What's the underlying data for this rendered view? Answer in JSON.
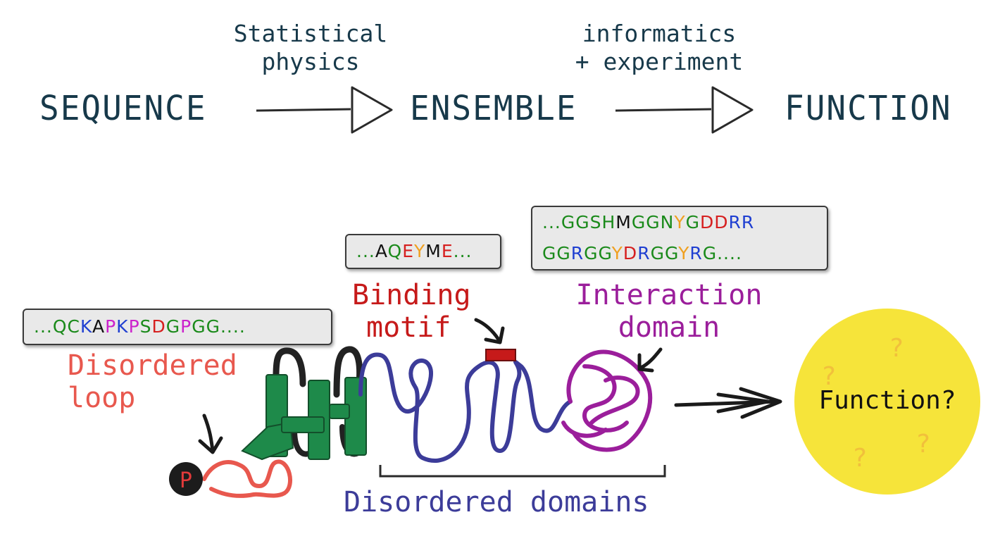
{
  "flow": {
    "sequence": "SEQUENCE",
    "ensemble": "ENSEMBLE",
    "function": "FUNCTION",
    "note1_line1": "Statistical",
    "note1_line2": "physics",
    "note2_line1": "informatics",
    "note2_line2": "+ experiment"
  },
  "sequences": {
    "loop": [
      {
        "t": "...",
        "c": "#1a8a1a"
      },
      {
        "t": "Q",
        "c": "#1a8a1a"
      },
      {
        "t": "C",
        "c": "#1a8a1a"
      },
      {
        "t": "K",
        "c": "#1f3fd1"
      },
      {
        "t": "A",
        "c": "#111111"
      },
      {
        "t": "P",
        "c": "#cc22cc"
      },
      {
        "t": "K",
        "c": "#1f3fd1"
      },
      {
        "t": "P",
        "c": "#cc22cc"
      },
      {
        "t": "S",
        "c": "#1a8a1a"
      },
      {
        "t": "D",
        "c": "#d62020"
      },
      {
        "t": "G",
        "c": "#1a8a1a"
      },
      {
        "t": "P",
        "c": "#cc22cc"
      },
      {
        "t": "G",
        "c": "#1a8a1a"
      },
      {
        "t": "G",
        "c": "#1a8a1a"
      },
      {
        "t": "....",
        "c": "#1a8a1a"
      }
    ],
    "motif": [
      {
        "t": "...",
        "c": "#1a8a1a"
      },
      {
        "t": "A",
        "c": "#111111"
      },
      {
        "t": "Q",
        "c": "#1a8a1a"
      },
      {
        "t": "E",
        "c": "#d62020"
      },
      {
        "t": "Y",
        "c": "#f0a020"
      },
      {
        "t": "M",
        "c": "#111111"
      },
      {
        "t": "E",
        "c": "#d62020"
      },
      {
        "t": "...",
        "c": "#1a8a1a"
      }
    ],
    "interaction_line1": [
      {
        "t": "...",
        "c": "#1a8a1a"
      },
      {
        "t": "G",
        "c": "#1a8a1a"
      },
      {
        "t": "G",
        "c": "#1a8a1a"
      },
      {
        "t": "S",
        "c": "#1a8a1a"
      },
      {
        "t": "H",
        "c": "#1a8a1a"
      },
      {
        "t": "M",
        "c": "#111111"
      },
      {
        "t": "G",
        "c": "#1a8a1a"
      },
      {
        "t": "G",
        "c": "#1a8a1a"
      },
      {
        "t": "N",
        "c": "#1a8a1a"
      },
      {
        "t": "Y",
        "c": "#f0a020"
      },
      {
        "t": "G",
        "c": "#1a8a1a"
      },
      {
        "t": "D",
        "c": "#d62020"
      },
      {
        "t": "D",
        "c": "#d62020"
      },
      {
        "t": "R",
        "c": "#1f3fd1"
      },
      {
        "t": "R",
        "c": "#1f3fd1"
      }
    ],
    "interaction_line2": [
      {
        "t": "G",
        "c": "#1a8a1a"
      },
      {
        "t": "G",
        "c": "#1a8a1a"
      },
      {
        "t": "R",
        "c": "#1f3fd1"
      },
      {
        "t": "G",
        "c": "#1a8a1a"
      },
      {
        "t": "G",
        "c": "#1a8a1a"
      },
      {
        "t": "Y",
        "c": "#f0a020"
      },
      {
        "t": "D",
        "c": "#d62020"
      },
      {
        "t": "R",
        "c": "#1f3fd1"
      },
      {
        "t": "G",
        "c": "#1a8a1a"
      },
      {
        "t": "G",
        "c": "#1a8a1a"
      },
      {
        "t": "Y",
        "c": "#f0a020"
      },
      {
        "t": "R",
        "c": "#1f3fd1"
      },
      {
        "t": "G",
        "c": "#1a8a1a"
      },
      {
        "t": "....",
        "c": "#1a8a1a"
      }
    ]
  },
  "labels": {
    "loop_line1": "Disordered",
    "loop_line2": "loop",
    "motif_line1": "Binding",
    "motif_line2": "motif",
    "interaction_line1": "Interaction",
    "interaction_line2": "domain",
    "domains": "Disordered domains",
    "function": "Function?",
    "phospho": "P"
  },
  "colors": {
    "flow_text": "#17394a",
    "loop": "#e8584e",
    "motif": "#c61a1a",
    "interaction": "#9b1e9b",
    "disordered": "#3c3c99",
    "helix": "#1e8a4a",
    "function_circle": "#f6e43a"
  }
}
